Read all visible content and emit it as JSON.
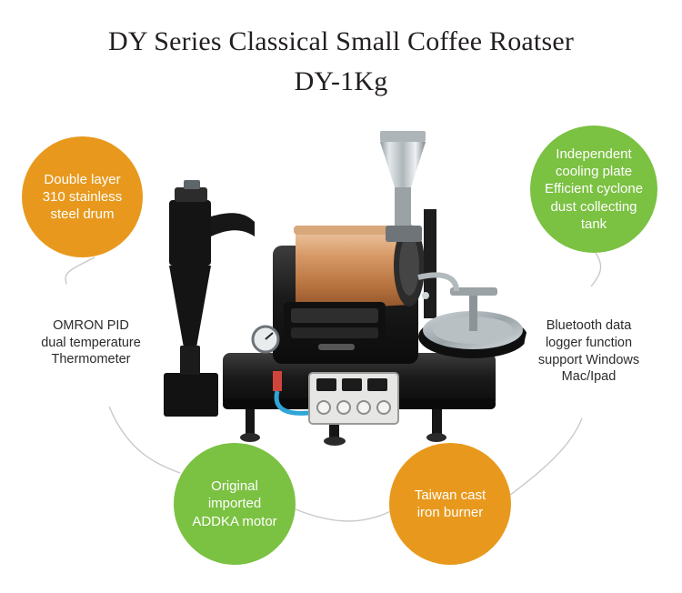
{
  "title": {
    "line1": "DY Series Classical Small Coffee Roatser",
    "line2": "DY-1Kg"
  },
  "colors": {
    "orange": "#e8991d",
    "green": "#7bc142",
    "white": "#ffffff",
    "text_dark": "#231f20",
    "arc": "#c9c9c9"
  },
  "features": [
    {
      "id": "double-layer-drum",
      "text": "Double layer\n310 stainless\nsteel drum",
      "color": "#e8991d"
    },
    {
      "id": "omron-pid",
      "text": "OMRON PID\ndual temperature\nThermometer",
      "color": "#ffffff"
    },
    {
      "id": "addka-motor",
      "text": "Original\nimported\nADDKA motor",
      "color": "#7bc142"
    },
    {
      "id": "taiwan-burner",
      "text": "Taiwan cast\niron burner",
      "color": "#e8991d"
    },
    {
      "id": "bluetooth-logger",
      "text": "Bluetooth data\nlogger function\nsupport Windows\nMac/Ipad",
      "color": "#ffffff"
    },
    {
      "id": "cooling-plate",
      "text": "Independent\ncooling plate\nEfficient cyclone\ndust collecting\ntank",
      "color": "#7bc142"
    }
  ],
  "product_image": {
    "name": "coffee-roaster-photo",
    "description": "1 kg black and copper drum coffee roaster with cyclone dust collector, hopper, cooling tray and control panel"
  }
}
